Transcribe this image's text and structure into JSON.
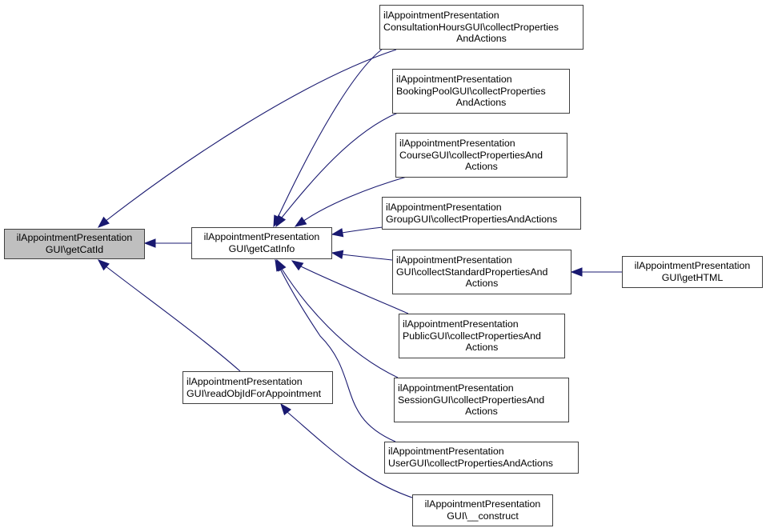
{
  "diagram": {
    "type": "caller-graph",
    "edge_color": "#191970",
    "root_fill": "#bfbfbf",
    "nodes": [
      {
        "id": "getCatId",
        "lines": [
          "ilAppointmentPresentation",
          "GUI\\getCatId"
        ],
        "highlighted": true
      },
      {
        "id": "getCatInfo",
        "lines": [
          "ilAppointmentPresentation",
          "GUI\\getCatInfo"
        ]
      },
      {
        "id": "readObjIdForAppointment",
        "lines": [
          "ilAppointmentPresentation",
          "GUI\\readObjIdForAppointment"
        ]
      },
      {
        "id": "consultationHours",
        "lines": [
          "ilAppointmentPresentation",
          "ConsultationHoursGUI\\collectProperties",
          "AndActions"
        ]
      },
      {
        "id": "bookingPool",
        "lines": [
          "ilAppointmentPresentation",
          "BookingPoolGUI\\collectProperties",
          "AndActions"
        ]
      },
      {
        "id": "course",
        "lines": [
          "ilAppointmentPresentation",
          "CourseGUI\\collectPropertiesAnd",
          "Actions"
        ]
      },
      {
        "id": "group",
        "lines": [
          "ilAppointmentPresentation",
          "GroupGUI\\collectPropertiesAndActions"
        ]
      },
      {
        "id": "collectStandard",
        "lines": [
          "ilAppointmentPresentation",
          "GUI\\collectStandardPropertiesAnd",
          "Actions"
        ]
      },
      {
        "id": "getHTML",
        "lines": [
          "ilAppointmentPresentation",
          "GUI\\getHTML"
        ]
      },
      {
        "id": "public",
        "lines": [
          "ilAppointmentPresentation",
          "PublicGUI\\collectPropertiesAnd",
          "Actions"
        ]
      },
      {
        "id": "session",
        "lines": [
          "ilAppointmentPresentation",
          "SessionGUI\\collectPropertiesAnd",
          "Actions"
        ]
      },
      {
        "id": "user",
        "lines": [
          "ilAppointmentPresentation",
          "UserGUI\\collectPropertiesAndActions"
        ]
      },
      {
        "id": "construct",
        "lines": [
          "ilAppointmentPresentation",
          "GUI\\__construct"
        ]
      }
    ],
    "edges": [
      {
        "from": "consultationHours",
        "to": "getCatId"
      },
      {
        "from": "getCatInfo",
        "to": "getCatId"
      },
      {
        "from": "readObjIdForAppointment",
        "to": "getCatId"
      },
      {
        "from": "consultationHours",
        "to": "getCatInfo"
      },
      {
        "from": "bookingPool",
        "to": "getCatInfo"
      },
      {
        "from": "course",
        "to": "getCatInfo"
      },
      {
        "from": "group",
        "to": "getCatInfo"
      },
      {
        "from": "collectStandard",
        "to": "getCatInfo"
      },
      {
        "from": "public",
        "to": "getCatInfo"
      },
      {
        "from": "session",
        "to": "getCatInfo"
      },
      {
        "from": "user",
        "to": "getCatInfo"
      },
      {
        "from": "getHTML",
        "to": "collectStandard"
      },
      {
        "from": "construct",
        "to": "readObjIdForAppointment"
      }
    ]
  }
}
